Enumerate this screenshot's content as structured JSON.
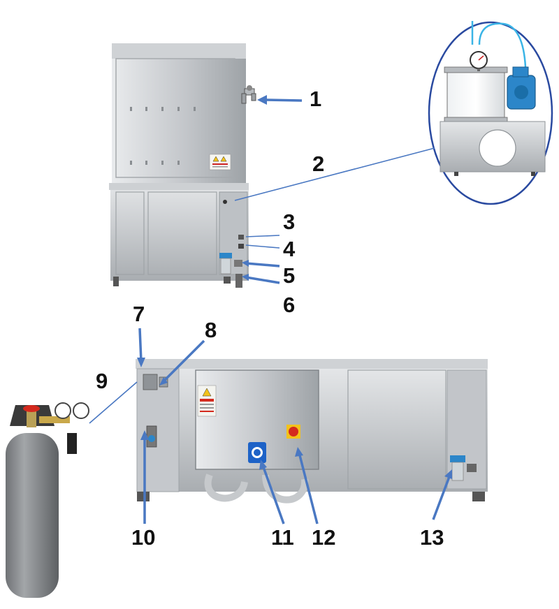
{
  "colors": {
    "steel_light": "#d9dcdf",
    "steel_mid": "#b7bbbf",
    "steel_dark": "#8d9296",
    "arrow_blue": "#4a78c2",
    "pump_blue": "#2c86c9",
    "cylinder_gray": "#8e9092",
    "button_red": "#d42a1e",
    "button_yellow": "#f2c21b",
    "socket_blue": "#1d62c7"
  },
  "callouts": [
    {
      "label": "1"
    },
    {
      "label": "2"
    },
    {
      "label": "3"
    },
    {
      "label": "4"
    },
    {
      "label": "5"
    },
    {
      "label": "6"
    },
    {
      "label": "7"
    },
    {
      "label": "8"
    },
    {
      "label": "9"
    },
    {
      "label": "10"
    },
    {
      "label": "11"
    },
    {
      "label": "12"
    },
    {
      "label": "13"
    }
  ],
  "icons": {
    "tap": "tap-icon",
    "gauge": "pressure-gauge-icon",
    "pump": "vacuum-pump-icon",
    "warning": "warning-sticker-icon",
    "socket": "power-socket-icon",
    "emergency": "emergency-stop-icon",
    "filter": "filter-icon",
    "cylinder": "gas-cylinder-icon"
  }
}
